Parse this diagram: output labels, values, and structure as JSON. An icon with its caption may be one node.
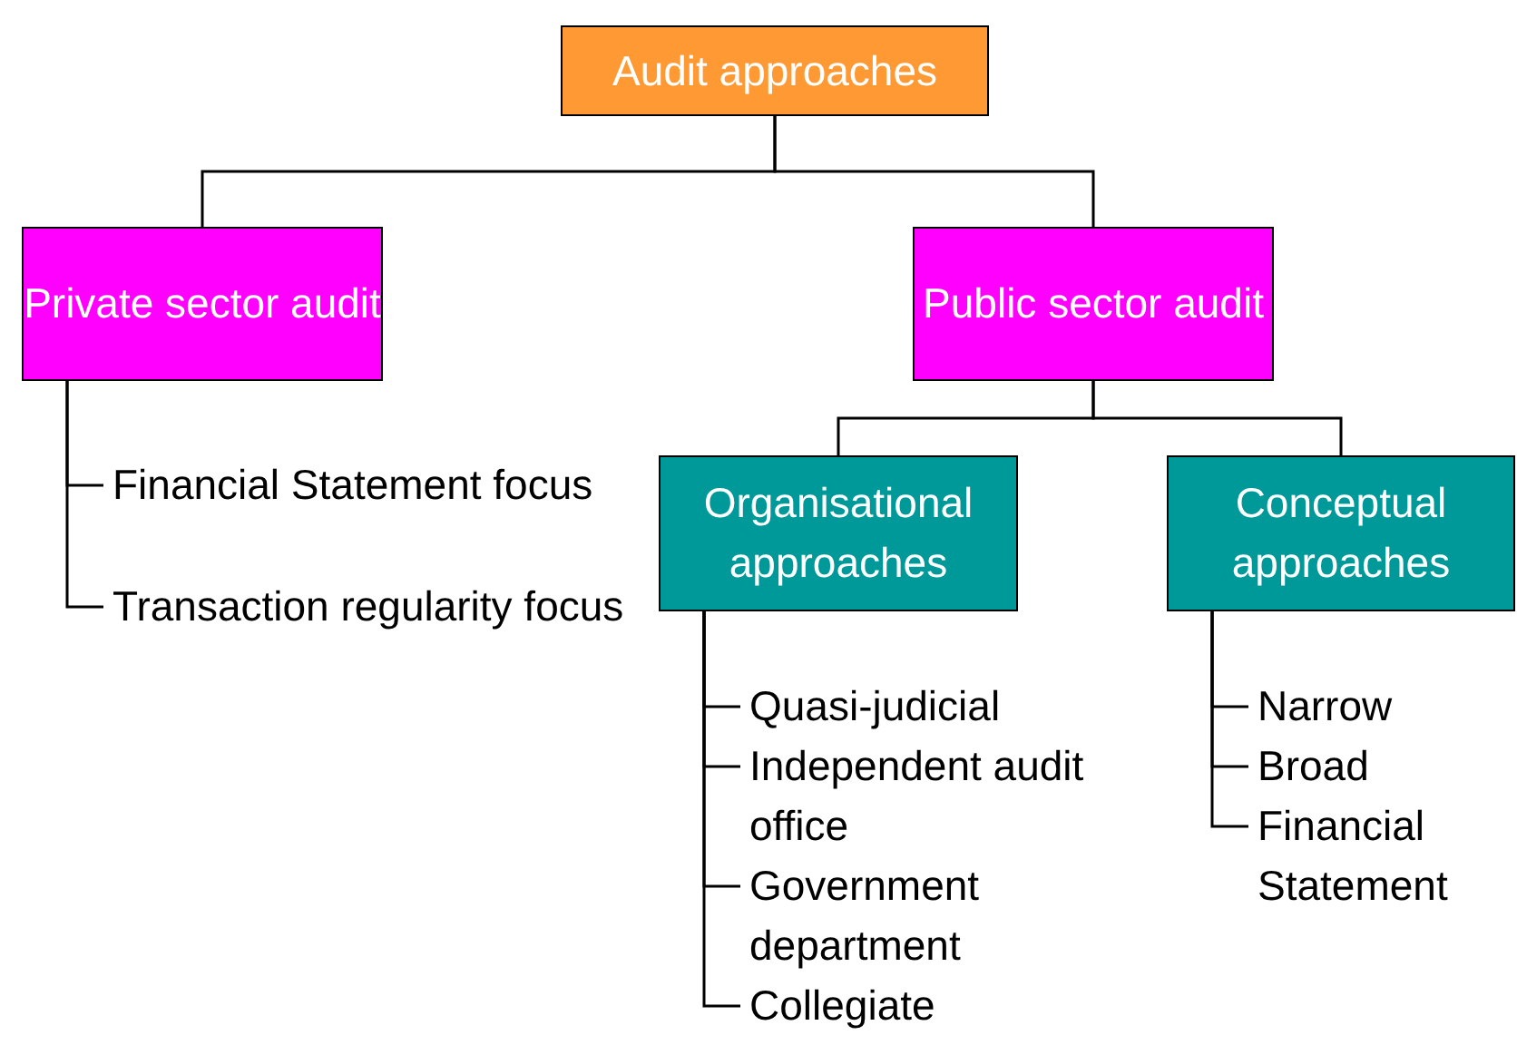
{
  "diagram": {
    "nodes": [
      {
        "text": [
          "Audit approaches"
        ]
      },
      {
        "text": [
          "Private sector audit"
        ]
      },
      {
        "text": [
          "Public sector audit"
        ]
      },
      {
        "text": [
          "Organisational approaches"
        ]
      },
      {
        "text": [
          "Conceptual approaches"
        ]
      },
      {
        "text": [
          "Financial Statement focus"
        ]
      },
      {
        "text": [
          "Transaction regularity focus"
        ]
      },
      {
        "text": [
          "Quasi-judicial"
        ]
      },
      {
        "text": [
          "Independent audit office"
        ]
      },
      {
        "text": [
          "Government department"
        ]
      },
      {
        "text": [
          "Collegiate"
        ]
      },
      {
        "text": [
          "Narrow"
        ]
      },
      {
        "text": [
          "Broad"
        ]
      },
      {
        "text": [
          "Financial Statement"
        ]
      }
    ],
    "edges": [
      {
        "from": 0,
        "to": 1,
        "arrow": "none"
      },
      {
        "from": 0,
        "to": 2,
        "arrow": "none"
      },
      {
        "from": 2,
        "to": 3,
        "arrow": "none"
      },
      {
        "from": 2,
        "to": 4,
        "arrow": "none"
      },
      {
        "from": 1,
        "to": 5,
        "arrow": "none"
      },
      {
        "from": 1,
        "to": 6,
        "arrow": "none"
      },
      {
        "from": 3,
        "to": 7,
        "arrow": "none"
      },
      {
        "from": 3,
        "to": 8,
        "arrow": "none"
      },
      {
        "from": 3,
        "to": 9,
        "arrow": "none"
      },
      {
        "from": 3,
        "to": 10,
        "arrow": "none"
      },
      {
        "from": 4,
        "to": 11,
        "arrow": "none"
      },
      {
        "from": 4,
        "to": 12,
        "arrow": "none"
      },
      {
        "from": 4,
        "to": 13,
        "arrow": "none"
      }
    ]
  }
}
